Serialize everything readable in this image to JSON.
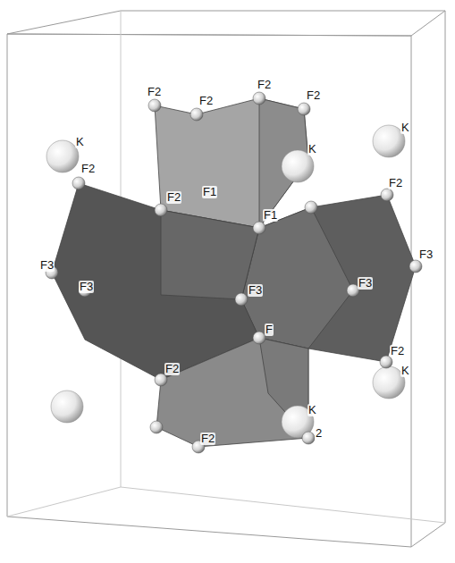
{
  "diagram": {
    "labels": [
      "F2",
      "F2",
      "F2",
      "F2",
      "K",
      "K",
      "K",
      "F2",
      "F2",
      "F1",
      "F1",
      "F3",
      "F3",
      "F3",
      "F3",
      "F3",
      "F2",
      "F2",
      "K",
      "K",
      "F2",
      "F2",
      "F",
      "2"
    ]
  }
}
